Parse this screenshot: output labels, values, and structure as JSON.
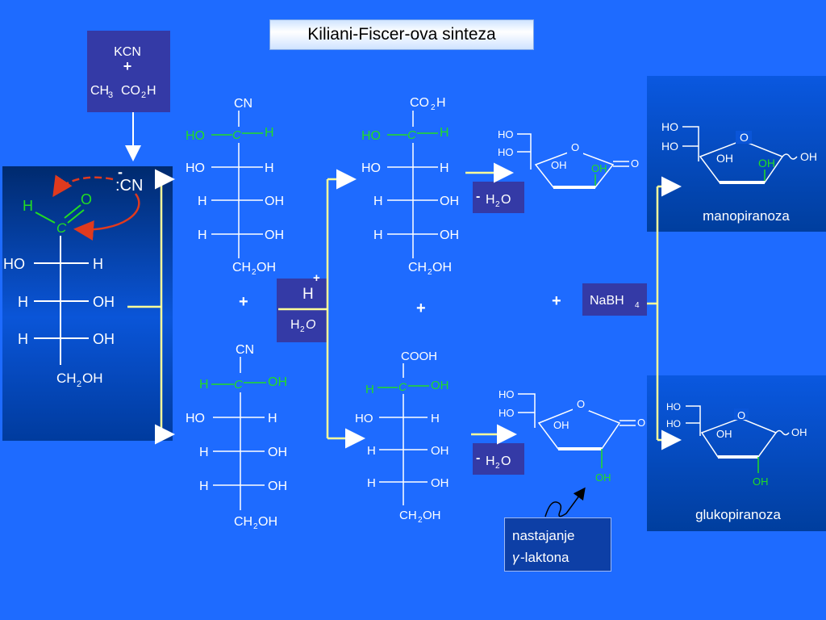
{
  "title": "Kiliani-Fiscer-ova sinteza",
  "reagents": {
    "kcn": "KCN",
    "plus": "+",
    "ch3": "CH",
    "three": "3",
    "co2h": "CO",
    "two": "2",
    "h": "H"
  },
  "start_panel": {
    "cn_charge": "-",
    "cn_label": ":CN",
    "aldehyde_h": "H",
    "aldehyde_o": "O",
    "aldehyde_c": "C",
    "rows": [
      {
        "left": "HO",
        "right": "H"
      },
      {
        "left": "H",
        "right": "OH"
      },
      {
        "left": "H",
        "right": "OH"
      }
    ],
    "bottom_ch": "CH",
    "bottom_2": "2",
    "bottom_oh": "OH"
  },
  "cyanohydrin_top": {
    "head": "CN",
    "c_left": "HO",
    "c_center": "C",
    "c_right": "H",
    "rows": [
      {
        "left": "HO",
        "right": "H"
      },
      {
        "left": "H",
        "right": "OH"
      },
      {
        "left": "H",
        "right": "OH"
      }
    ],
    "bottom_ch": "CH",
    "bottom_2": "2",
    "bottom_oh": "OH"
  },
  "cyanohydrin_bottom": {
    "head": "CN",
    "c_left": "H",
    "c_center": "C",
    "c_right": "OH",
    "rows": [
      {
        "left": "HO",
        "right": "H"
      },
      {
        "left": "H",
        "right": "OH"
      },
      {
        "left": "H",
        "right": "OH"
      }
    ],
    "bottom_ch": "CH",
    "bottom_2": "2",
    "bottom_oh": "OH"
  },
  "plus_signs": {
    "p1": "+",
    "p2": "+",
    "p3": "+"
  },
  "hydrolysis": {
    "h": "H",
    "charge": "+",
    "h2o_h": "H",
    "h2o_2": "2",
    "h2o_o": "O"
  },
  "acid_top": {
    "head_co": "CO",
    "head_2": "2",
    "head_h": "H",
    "c_left": "HO",
    "c_center": "C",
    "c_right": "H",
    "rows": [
      {
        "left": "HO",
        "right": "H"
      },
      {
        "left": "H",
        "right": "OH"
      },
      {
        "left": "H",
        "right": "OH"
      }
    ],
    "bottom_ch": "CH",
    "bottom_2": "2",
    "bottom_oh": "OH"
  },
  "acid_bottom": {
    "head": "COOH",
    "c_left": "H",
    "c_center": "C",
    "c_right": "OH",
    "rows": [
      {
        "left": "HO",
        "right": "H"
      },
      {
        "left": "H",
        "right": "OH"
      },
      {
        "left": "H",
        "right": "OH"
      }
    ],
    "bottom_ch": "CH",
    "bottom_2": "2",
    "bottom_oh": "OH"
  },
  "water_loss": {
    "minus": "-",
    "h": "H",
    "two": "2",
    "o": "O"
  },
  "lactone_top": {
    "ho1": "HO",
    "ho2": "HO",
    "ring_o": "O",
    "carbonyl_o": "O",
    "oh1": "OH",
    "oh2": "OH"
  },
  "lactone_bottom": {
    "ho1": "HO",
    "ho2": "HO",
    "ring_o": "O",
    "carbonyl_o": "O",
    "oh1": "OH",
    "oh2": "OH"
  },
  "reduction": {
    "na": "NaBH",
    "four": "4"
  },
  "product_top": {
    "ho1": "HO",
    "ho2": "HO",
    "ring_o": "O",
    "oh1": "OH",
    "oh2": "OH",
    "oh3": "OH",
    "name": "manopiranoza"
  },
  "product_bottom": {
    "ho1": "HO",
    "ho2": "HO",
    "ring_o": "O",
    "oh1": "OH",
    "oh2": "OH",
    "oh3": "OH",
    "name": "glukopiranoza"
  },
  "lactone_note": {
    "line1": "nastajanje",
    "gamma": "γ",
    "line2": "-laktona"
  },
  "colors": {
    "background": "#1e6bff",
    "green": "#22dd22",
    "yellow_line": "#ffff99",
    "red_arrow": "#e03a1e"
  }
}
